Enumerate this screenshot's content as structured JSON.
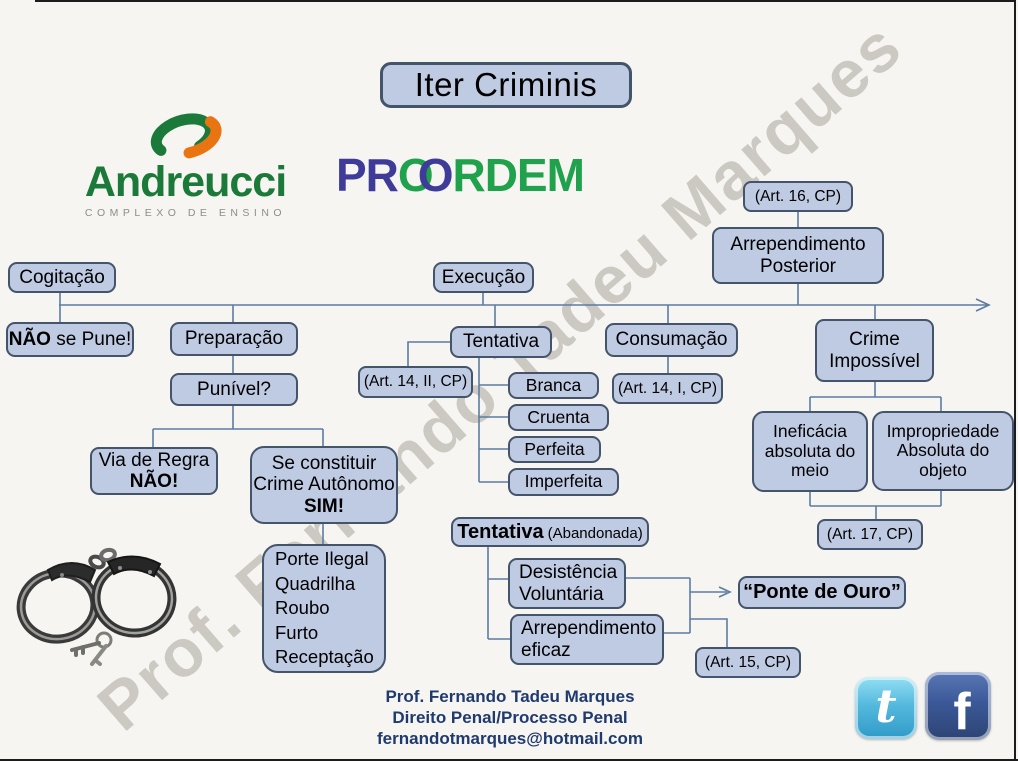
{
  "title": "Iter Criminis",
  "watermark": "Prof. Fernando Tadeu Marques",
  "logos": {
    "andreucci": {
      "name": "Andreucci",
      "tagline": "COMPLEXO DE ENSINO",
      "green": "#1b7a3a",
      "orange": "#e87511"
    },
    "proordem": {
      "pr": "PR",
      "o1": "O",
      "o2": "O",
      "rdem": "RDEM",
      "purple": "#3f3b98",
      "green": "#1fa24b"
    }
  },
  "nodes": {
    "art16": "(Art. 16, CP)",
    "arrependimento_posterior": {
      "line1": "Arrependimento",
      "line2": "Posterior"
    },
    "cogitacao": "Cogitação",
    "execucao": "Execução",
    "nao_se_pune": {
      "bold": "NÃO",
      "rest": " se Pune!"
    },
    "preparacao": "Preparação",
    "punivel": "Punível?",
    "tentativa": "Tentativa",
    "art14ii": "(Art. 14, II, CP)",
    "tentativa_tipos": [
      "Branca",
      "Cruenta",
      "Perfeita",
      "Imperfeita"
    ],
    "consumacao": "Consumação",
    "art14i": "(Art. 14, I, CP)",
    "crime_impossivel": {
      "line1": "Crime",
      "line2": "Impossível"
    },
    "ineficacia": {
      "line1": "Ineficácia",
      "line2": "absoluta do",
      "line3": "meio"
    },
    "impropriedade": {
      "line1": "Impropriedade",
      "line2": "Absoluta do",
      "line3": "objeto"
    },
    "art17": "(Art. 17, CP)",
    "via_de_regra": {
      "line1": "Via de Regra",
      "bold": "NÃO!"
    },
    "se_constituir": {
      "line1": "Se constituir",
      "line2": "Crime Autônomo",
      "bold": "SIM!"
    },
    "crimes": [
      "Porte Ilegal",
      "Quadrilha",
      "Roubo",
      "Furto",
      "Receptação"
    ],
    "tentativa_abandonada": {
      "main": "Tentativa",
      "sub": "(Abandonada)"
    },
    "desistencia": {
      "line1": "Desistência",
      "line2": "Voluntária"
    },
    "arrependimento_eficaz": {
      "line1": "Arrependimento",
      "line2": "eficaz"
    },
    "ponte_de_ouro": "“Ponte de Ouro”",
    "art15": "(Art. 15, CP)"
  },
  "footer": {
    "line1": "Prof. Fernando  Tadeu Marques",
    "line2": "Direito Penal/Processo  Penal",
    "line3": "fernandotmarques@hotmail.com"
  },
  "social": {
    "twitter_glyph": "t",
    "facebook_glyph": "f"
  },
  "colors": {
    "background": "#f6f5f1",
    "node_fill": "#bfcae3",
    "node_border": "#44546a",
    "connector": "#5b7ca3",
    "footer_text": "#1f3a6e",
    "twitter_blue": "#55b9dd",
    "facebook_blue": "#3b5998"
  }
}
